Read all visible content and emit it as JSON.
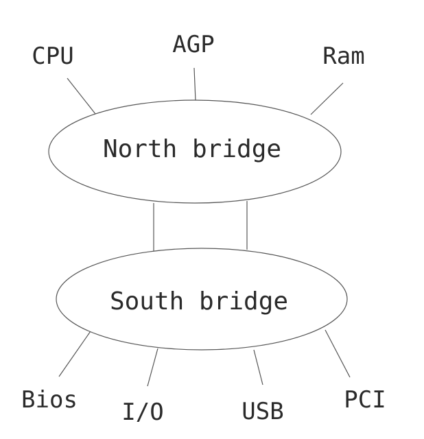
{
  "diagram": {
    "north_bridge": {
      "label": "North bridge"
    },
    "south_bridge": {
      "label": "South bridge"
    },
    "north_peripherals": [
      "CPU",
      "AGP",
      "Ram"
    ],
    "south_peripherals": [
      "Bios",
      "I/O",
      "USB",
      "PCI"
    ],
    "bridge_links": 2
  }
}
